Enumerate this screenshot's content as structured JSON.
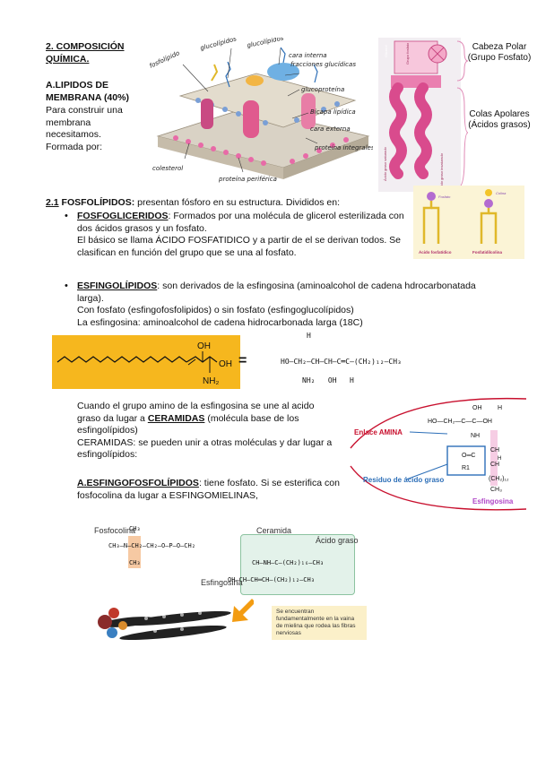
{
  "section": {
    "title": "2. COMPOSICIÓN QUÍMICA.",
    "lipids_heading": "A.LIPIDOS DE MEMBRANA (40%)",
    "lipids_text": "Para construir una membrana necesitamos. Formada por:"
  },
  "membrane_labels": {
    "fosfolipido": "fosfolípido",
    "glucolipidos": "glucolípidos",
    "cara_interna": "cara interna",
    "fracciones_glucidicas": "fracciones glucídicas",
    "glucoproteina": "glucoproteína",
    "bicapa_lipidica": "Bicapa lipídica",
    "cara_externa": "cara externa",
    "proteina_integrales": "proteína integrales",
    "colesterol": "colesterol",
    "proteina_periferica": "proteína periférica"
  },
  "phospholipid_figure": {
    "head": "Cabeza Polar (Grupo Fosfato)",
    "tails": "Colas Apolares (Ácidos grasos)",
    "label_glicerol": "Glicerol",
    "label_grupo_fosfato": "Grupo fosfato",
    "label_acido_graso_saturado": "Ácido graso saturado",
    "label_acido_graso_insaturado": "Ácido graso insaturado"
  },
  "fosfolipidos": {
    "num": "2.1",
    "title": "FOSFOLÍPIDOS:",
    "text": "presentan fósforo en su estructura. Divididos en:",
    "fosfogliceridos_title": "FOSFOGLICERIDOS",
    "fosfogliceridos_text": ": Formados por una molécula de glicerol esterilizada con dos ácidos grasos y un fosfato.",
    "fosfogliceridos_text2": "El básico se llama ÁCIDO FOSFATIDICO y a partir de el se derivan todos. Se clasifican en función del grupo que se una al fosfato.",
    "esfingolipidos_title": "ESFINGOLÍPIDOS",
    "esfingolipidos_text": ": son derivados de la esfingosina (aminoalcohol de cadena hdrocarbonatada larga).",
    "esfingolipidos_text2": "Con fosfato (esfingofosfolipidos) o sin fosfato (esfingoglucolípidos)",
    "esfingolipidos_text3": "La esfingosina: aminoalcohol de cadena hidrocarbonada larga (18C)"
  },
  "small_fig": {
    "label_fosfato": "Fosfato",
    "label_colina": "Colina",
    "caption_left": "Ácido fosfatídico",
    "caption_right": "Fosfatidilcolina"
  },
  "sphingosine": {
    "oh": "OH",
    "oh2": "OH",
    "nh2": "NH₂",
    "equals": "=",
    "formula_main": "HO—CH₂—CH—CH—C═C—(CH₂)₁₂—CH₃",
    "formula_sub": "NH₂   OH   H",
    "formula_top": "H"
  },
  "ceramidas": {
    "text1": "Cuando el grupo amino de la esfingosina se une al acido graso da lugar a ",
    "ceramidas_word": "CERAMIDAS",
    "text2": " (molécula base de los esfingolípidos)",
    "text3": "CERAMIDAS: se pueden unir a otras moléculas y dar lugar a esfingolípidos:",
    "esf_title": "A.ESFINGOFOSFOLÍPIDOS",
    "esf_text": ": tiene fosfato. Si se esterifica con fosfocolina da lugar a ESFINGOMIELINAS,"
  },
  "ceramide_fig": {
    "enlace": "Enlace AMINA",
    "residuo": "Residuo de ácido graso",
    "esfingosina": "Esfingosina",
    "oh": "OH",
    "h": "H",
    "ho_ch2": "HO—CH₂—C—C—OH",
    "nh": "NH",
    "co": "O═C",
    "r1": "R1",
    "ch": "CH",
    "ch2_12": "(CH₂)₁₂",
    "ch3": "CH₃",
    "h2": "H",
    "ch2": "CH"
  },
  "esfingomielina": {
    "fosfocolina": "Fosfocolina",
    "ceramida": "Ceramida",
    "acido_graso": "Ácido graso",
    "esfingosina": "Esfingosina",
    "note": "Se encuentran fundamentalmente en la vaina de mielina que rodea las fibras nerviosas",
    "ch3": "CH₃",
    "row1": "CH₃—N—CH₂—CH₂—O—P—O—CH₂",
    "row_ch": "CH—NH—C—(CH₂)₁₆—CH₃",
    "row_oh": "OH—CH—CH═CH—(CH₂)₁₂—CH₃"
  },
  "colors": {
    "pink": "#e0569a",
    "red_label": "#c8102e",
    "purple": "#9b59b6",
    "yellow": "#f3c428",
    "sphingosine_bg": "#f6b71e"
  }
}
